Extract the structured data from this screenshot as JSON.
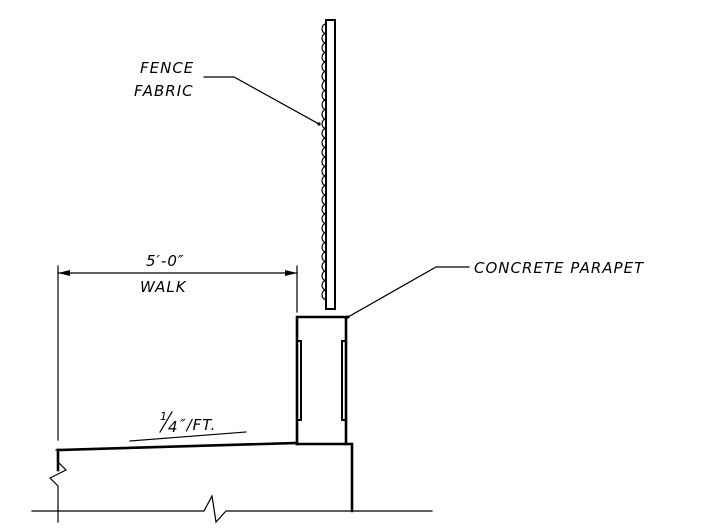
{
  "labels": {
    "fence_fabric_line1": "FENCE",
    "fence_fabric_line2": "FABRIC",
    "concrete_parapet": "CONCRETE PARAPET",
    "dimension": "5′-0″",
    "walk": "WALK",
    "slope_numerator": "1",
    "slope_denominator": "4",
    "slope_unit": "″/FT."
  }
}
